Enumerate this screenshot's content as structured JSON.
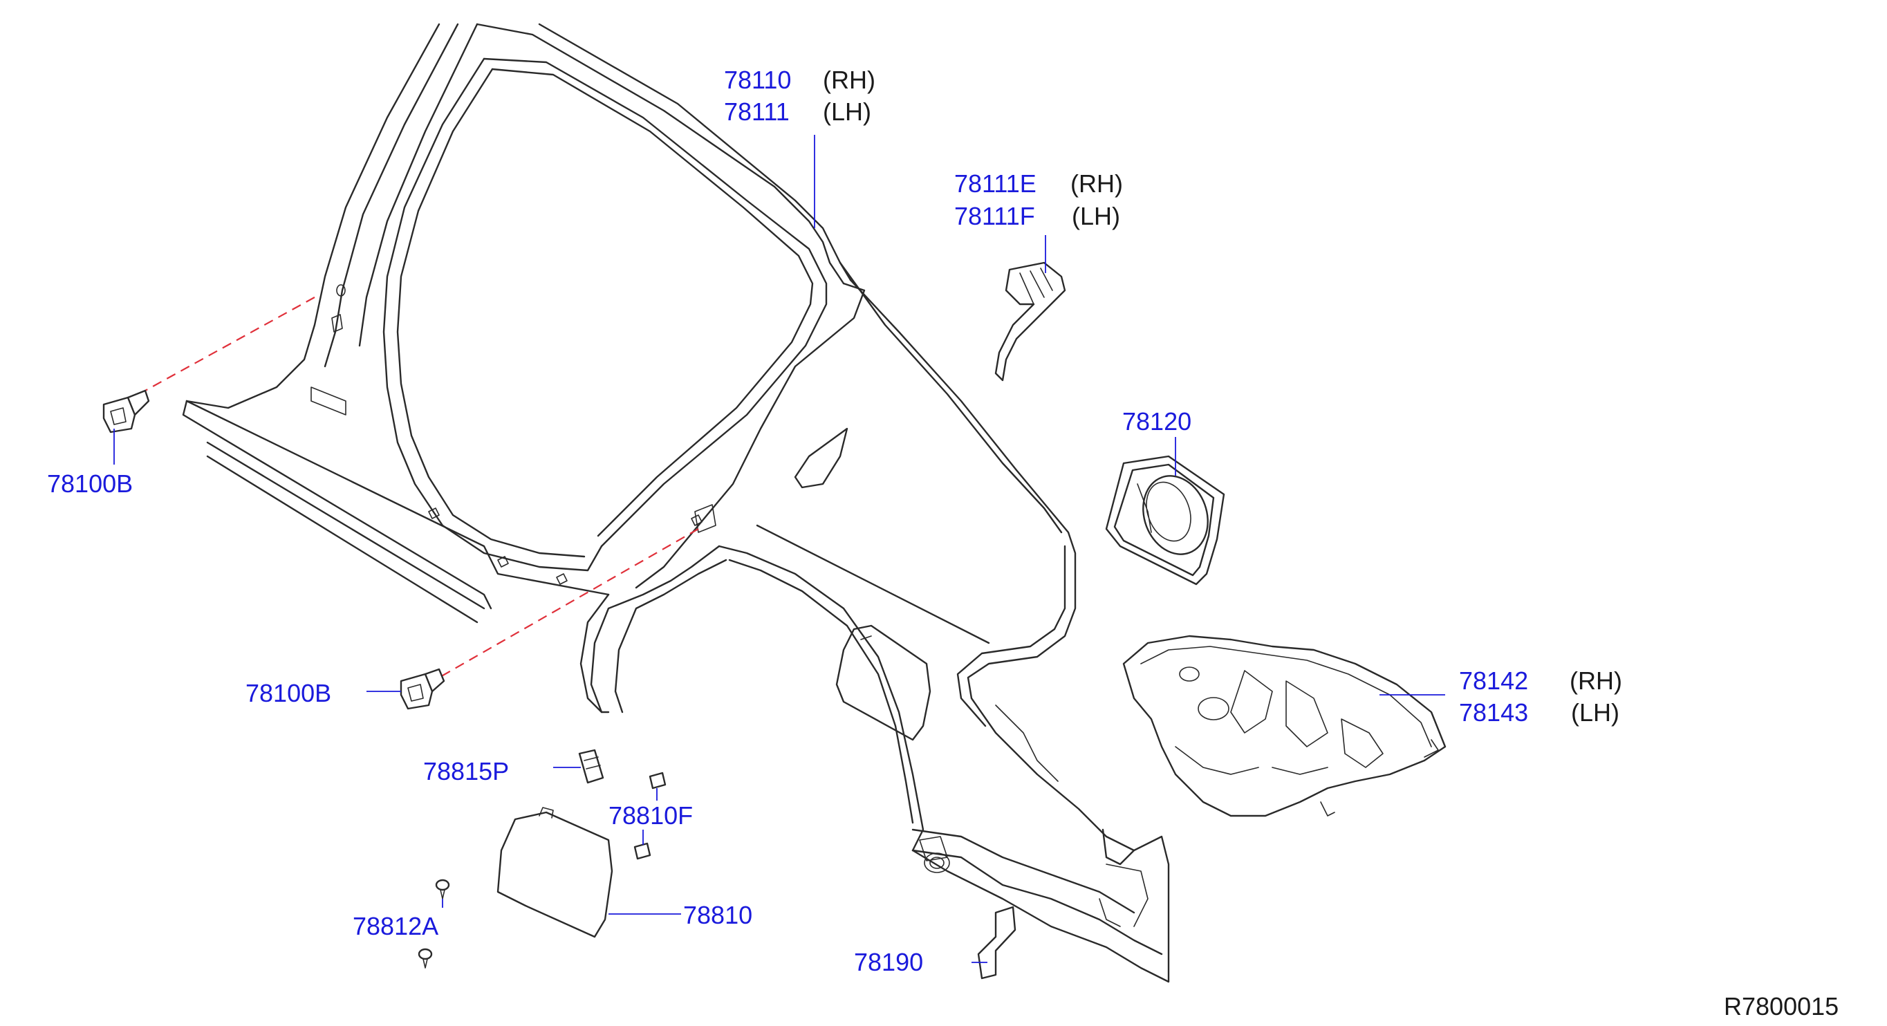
{
  "diagram": {
    "reference_code": "R7800015",
    "callouts": [
      {
        "part_number": "78110",
        "side": "(RH)"
      },
      {
        "part_number": "78111",
        "side": "(LH)"
      },
      {
        "part_number": "78111E",
        "side": "(RH)"
      },
      {
        "part_number": "78111F",
        "side": "(LH)"
      },
      {
        "part_number": "78120",
        "side": ""
      },
      {
        "part_number": "78142",
        "side": "(RH)"
      },
      {
        "part_number": "78143",
        "side": "(LH)"
      },
      {
        "part_number": "78100B",
        "side": ""
      },
      {
        "part_number": "78100B",
        "side": ""
      },
      {
        "part_number": "78815P",
        "side": ""
      },
      {
        "part_number": "78810F",
        "side": ""
      },
      {
        "part_number": "78810",
        "side": ""
      },
      {
        "part_number": "78812A",
        "side": ""
      },
      {
        "part_number": "78190",
        "side": ""
      }
    ],
    "colors": {
      "part_number_text": "#1a1adc",
      "leader_line": "#1a1adc",
      "drawing_line": "#2a2a2a",
      "dashed_guide": "#e0303a",
      "background": "#ffffff"
    }
  }
}
